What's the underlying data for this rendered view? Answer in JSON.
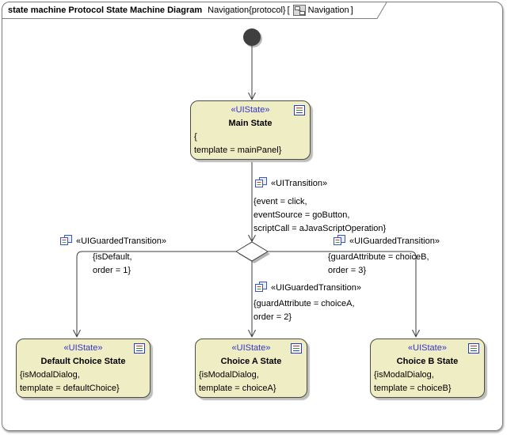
{
  "frame": {
    "heading": "state machine Protocol State Machine Diagram",
    "spec": "Navigation{protocol}",
    "open_bracket": "[",
    "nav_name": "Navigation",
    "close_bracket": "]"
  },
  "colors": {
    "state_fill": "#efedc3",
    "state_border": "#4c4c40",
    "stereotype_text": "#3333cc",
    "connector": "#3c3c3c",
    "box_shadow": "#bdbdbd",
    "frame_border": "#7d7d7d",
    "initial_node": "#3f3f3f"
  },
  "states": {
    "main": {
      "stereotype": "«UIState»",
      "name": "Main State",
      "props": [
        "{",
        "template = mainPanel}"
      ]
    },
    "default_choice": {
      "stereotype": "«UIState»",
      "name": "Default Choice State",
      "props": [
        "{isModalDialog,",
        "template = defaultChoice}"
      ]
    },
    "choice_a": {
      "stereotype": "«UIState»",
      "name": "Choice A State",
      "props": [
        "{isModalDialog,",
        "template = choiceA}"
      ]
    },
    "choice_b": {
      "stereotype": "«UIState»",
      "name": "Choice B State",
      "props": [
        "{isModalDialog,",
        "template = choiceB}"
      ]
    }
  },
  "transitions": {
    "ui": {
      "stereotype": "«UITransition»",
      "props": [
        "{event = click,",
        "eventSource = goButton,",
        "scriptCall = aJavaScriptOperation}"
      ]
    },
    "guard_default": {
      "stereotype": "«UIGuardedTransition»",
      "props": [
        "{isDefault,",
        "order = 1}"
      ]
    },
    "guard_a": {
      "stereotype": "«UIGuardedTransition»",
      "props": [
        "{guardAttribute = choiceA,",
        "order = 2}"
      ]
    },
    "guard_b": {
      "stereotype": "«UIGuardedTransition»",
      "props": [
        "{guardAttribute = choiceB,",
        "order = 3}"
      ]
    }
  }
}
